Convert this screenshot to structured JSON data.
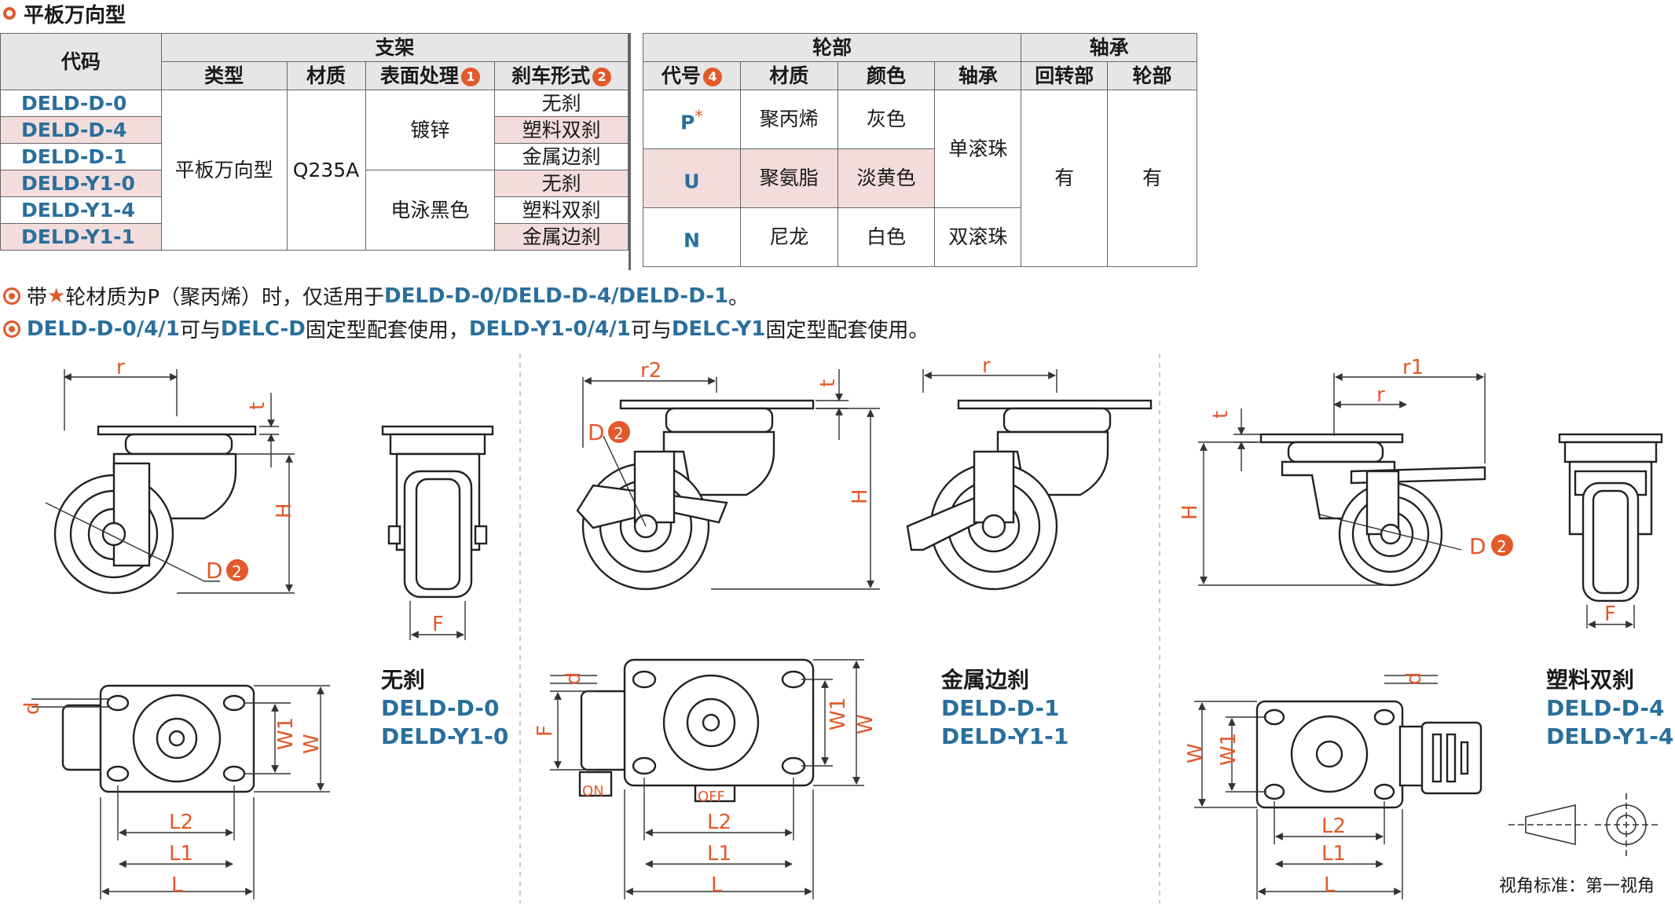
{
  "title": "平板万向型",
  "table": {
    "h_code": "代码",
    "h_bracket": "支架",
    "h_wheel": "轮部",
    "h_bearing": "轴承",
    "h_type": "类型",
    "h_bmat": "材质",
    "h_surface": "表面处理",
    "h_brake": "刹车形式",
    "h_wcode": "代号",
    "h_wmat": "材质",
    "h_color": "颜色",
    "h_axle": "轴承",
    "h_swivel": "回转部",
    "h_wheelpart": "轮部",
    "n1": "1",
    "n2": "2",
    "n4": "4",
    "codes": [
      "DELD-D-0",
      "DELD-D-4",
      "DELD-D-1",
      "DELD-Y1-0",
      "DELD-Y1-4",
      "DELD-Y1-1"
    ],
    "type": "平板万向型",
    "material": "Q235A",
    "surface": [
      "镀锌",
      "电泳黑色"
    ],
    "brakes": [
      "无刹",
      "塑料双刹",
      "金属边刹",
      "无刹",
      "塑料双刹",
      "金属边刹"
    ],
    "wheels": [
      {
        "code": "P",
        "mark": "*",
        "mat": "聚丙烯",
        "color": "灰色"
      },
      {
        "code": "U",
        "mark": "",
        "mat": "聚氨脂",
        "color": "淡黄色"
      },
      {
        "code": "N",
        "mark": "",
        "mat": "尼龙",
        "color": "白色"
      }
    ],
    "axle": [
      "单滚珠",
      "双滚珠"
    ],
    "swivel": "有",
    "wheelpart": "有"
  },
  "notes": {
    "n1a": "带",
    "n1star": "★",
    "n1b": "轮材质为P（聚丙烯）时，仅适用于",
    "n1c": "DELD-D-0/DELD-D-4/DELD-D-1",
    "n1d": "。",
    "n2a": "DELD-D-0/4/1",
    "n2b": "可与",
    "n2c": "DELC-D",
    "n2d": "固定型配套使用，",
    "n2e": "DELD-Y1-0/4/1",
    "n2f": "可与",
    "n2g": "DELC-Y1",
    "n2h": "固定型配套使用。"
  },
  "drawings": {
    "group1": {
      "brake": "无刹",
      "codes": [
        "DELD-D-0",
        "DELD-Y1-0"
      ]
    },
    "group2": {
      "brake": "金属边刹",
      "codes": [
        "DELD-D-1",
        "DELD-Y1-1"
      ]
    },
    "group3": {
      "brake": "塑料双刹",
      "codes": [
        "DELD-D-4",
        "DELD-Y1-4"
      ]
    },
    "dims": {
      "r": "r",
      "r1": "r1",
      "r2": "r2",
      "t": "t",
      "H": "H",
      "D": "D",
      "F": "F",
      "d": "d",
      "W": "W",
      "W1": "W1",
      "L": "L",
      "L1": "L1",
      "L2": "L2",
      "on": "ON",
      "off": "OFF",
      "two": "2"
    },
    "view": "视角标准：第一视角"
  }
}
